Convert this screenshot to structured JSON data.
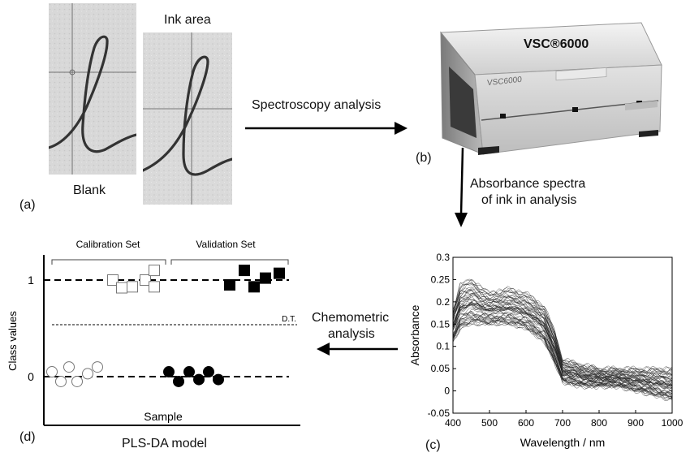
{
  "panel_a": {
    "blank_label": "Blank",
    "ink_label": "Ink area",
    "panel_tag": "(a)"
  },
  "panel_b": {
    "device_name": "VSC®6000",
    "device_panel_text": "VSC6000",
    "panel_tag": "(b)"
  },
  "arrows": {
    "spectroscopy": "Spectroscopy analysis",
    "absorbance_line1": "Absorbance spectra",
    "absorbance_line2": "of ink in analysis",
    "chemometric_line1": "Chemometric",
    "chemometric_line2": "analysis"
  },
  "panel_c": {
    "panel_tag": "(c)"
  },
  "panel_d": {
    "calibration_label": "Calibration Set",
    "validation_label": "Validation Set",
    "ylabel": "Class values",
    "xlabel": "Sample",
    "dt_label": "D.T.",
    "tick_1": "1",
    "tick_0": "0",
    "model_label": "PLS-DA model",
    "panel_tag": "(d)"
  },
  "chart_data": [
    {
      "type": "line",
      "xlabel": "Wavelength / nm",
      "ylabel": "Absorbance",
      "xlim": [
        400,
        1000
      ],
      "ylim": [
        -0.05,
        0.3
      ],
      "xticks": [
        "400",
        "500",
        "600",
        "700",
        "800",
        "900",
        "1000"
      ],
      "yticks": [
        "-0.05",
        "0",
        "0.05",
        "0.1",
        "0.15",
        "0.2",
        "0.25",
        "0.3"
      ],
      "series_count": 60,
      "envelope": {
        "x": [
          400,
          420,
          450,
          500,
          550,
          600,
          650,
          680,
          700,
          750,
          800,
          850,
          900,
          950,
          1000
        ],
        "low": [
          0.11,
          0.14,
          0.15,
          0.15,
          0.15,
          0.14,
          0.11,
          0.06,
          0.02,
          0.01,
          0.01,
          0.01,
          0.0,
          -0.01,
          -0.02
        ],
        "high": [
          0.18,
          0.24,
          0.25,
          0.22,
          0.23,
          0.22,
          0.19,
          0.13,
          0.07,
          0.06,
          0.05,
          0.05,
          0.05,
          0.05,
          0.05
        ]
      }
    },
    {
      "type": "scatter",
      "xlabel": "Sample",
      "ylabel": "Class values",
      "yticks": [
        "0",
        "1"
      ],
      "decision_threshold": 0.55,
      "calibration_class1": [
        1.0,
        0.92,
        0.93,
        1.0,
        0.93,
        1.1
      ],
      "validation_class1": [
        0.95,
        1.1,
        0.93,
        1.02,
        1.07
      ],
      "calibration_class0": [
        0.05,
        -0.05,
        0.1,
        -0.05,
        0.03,
        0.1
      ],
      "validation_class0": [
        0.05,
        -0.05,
        0.05,
        -0.03,
        0.05,
        -0.03
      ]
    }
  ]
}
